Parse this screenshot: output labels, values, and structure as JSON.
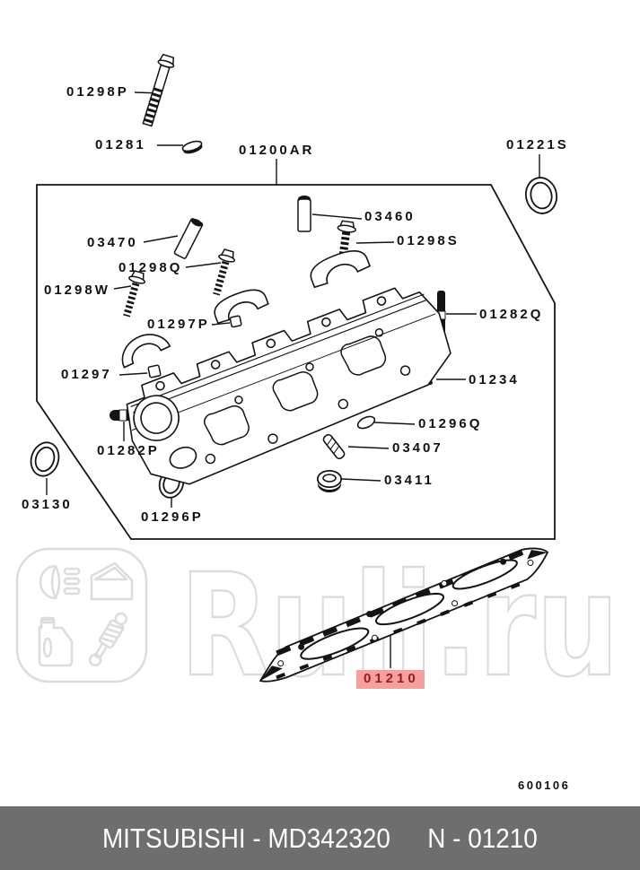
{
  "diagram": {
    "fig_code": "600106",
    "callouts": [
      {
        "label": "01298P"
      },
      {
        "label": "01281"
      },
      {
        "label": "01200AR"
      },
      {
        "label": "01221S"
      },
      {
        "label": "03460"
      },
      {
        "label": "03470"
      },
      {
        "label": "01298S"
      },
      {
        "label": "01298Q"
      },
      {
        "label": "01298W"
      },
      {
        "label": "01297P"
      },
      {
        "label": "01282Q"
      },
      {
        "label": "01297"
      },
      {
        "label": "01234"
      },
      {
        "label": "01296Q"
      },
      {
        "label": "03407"
      },
      {
        "label": "03411"
      },
      {
        "label": "01282P"
      },
      {
        "label": "03130"
      },
      {
        "label": "01296P"
      }
    ],
    "highlighted": {
      "label": "01210"
    }
  },
  "watermark": {
    "text": "Ruli.ru",
    "icons": [
      "headlight-icon",
      "car-door-icon",
      "oil-can-icon",
      "shock-absorber-icon"
    ]
  },
  "footer": {
    "brand_part": "MITSUBISHI - MD342320",
    "ref": "N - 01210"
  },
  "colors": {
    "highlight_bg": "#F79F9F",
    "highlight_text": "#8F1D1D",
    "footer_bg": "#6E6E6E",
    "watermark": "#DCDCDC",
    "line": "#141414"
  }
}
